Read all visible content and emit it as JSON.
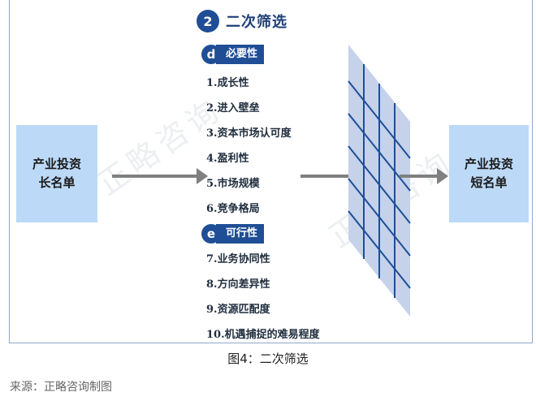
{
  "section": {
    "number": "2",
    "title": "二次筛选"
  },
  "left_box": {
    "line1": "产业投资",
    "line2": "长名单"
  },
  "right_box": {
    "line1": "产业投资",
    "line2": "短名单"
  },
  "group_d": {
    "letter": "d",
    "label": "必要性",
    "items": [
      "1.成长性",
      "2.进入壁垒",
      "3.资本市场认可度",
      "4.盈利性",
      "5.市场规模",
      "6.竞争格局"
    ]
  },
  "group_e": {
    "letter": "e",
    "label": "可行性",
    "items": [
      "7.业务协同性",
      "8.方向差异性",
      "9.资源匹配度",
      "10.机遇捕捉的难易程度"
    ]
  },
  "watermark": {
    "text": "正略咨询"
  },
  "caption": "图4：二次筛选",
  "source": "来源：正略咨询制图",
  "colors": {
    "accent": "#1f4e96",
    "box_fill": "#bcd9f7",
    "filter_fill": "#c5d2ea",
    "arrow": "#808080"
  }
}
